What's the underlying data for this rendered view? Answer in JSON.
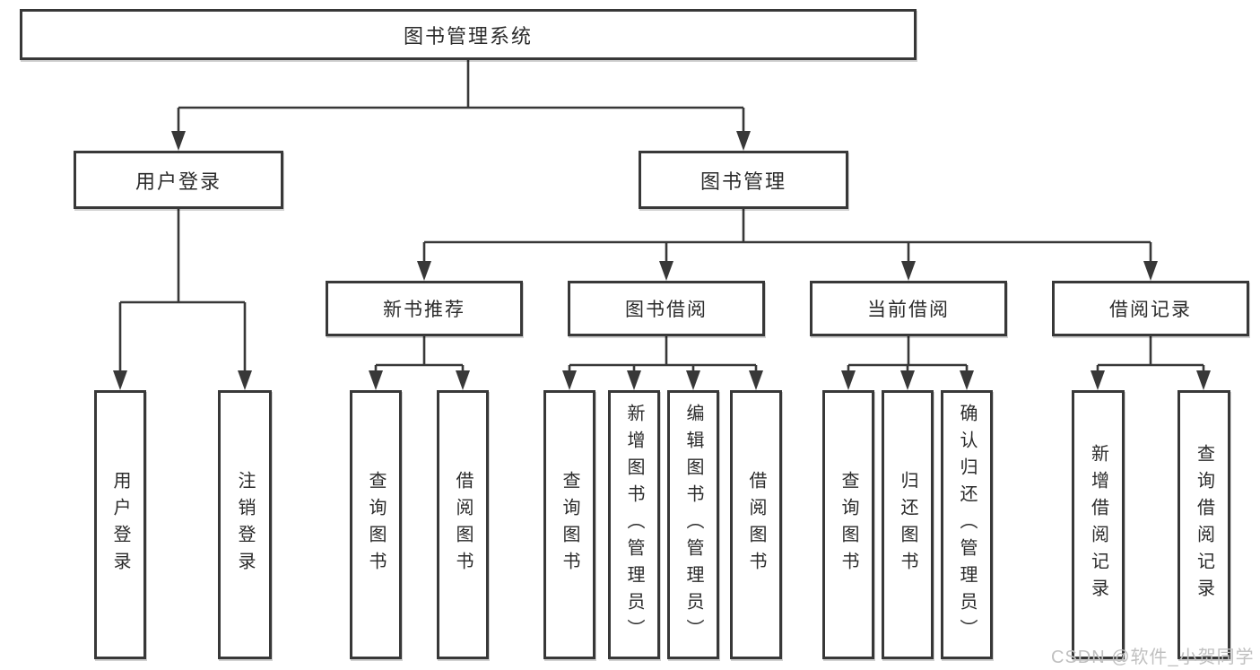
{
  "diagram": {
    "type": "tree",
    "root": {
      "label": "图书管理系统",
      "children": [
        {
          "label": "用户登录",
          "children": [
            {
              "label": "用户登录"
            },
            {
              "label": "注销登录"
            }
          ]
        },
        {
          "label": "图书管理",
          "children": [
            {
              "label": "新书推荐",
              "children": [
                {
                  "label": "查询图书"
                },
                {
                  "label": "借阅图书"
                }
              ]
            },
            {
              "label": "图书借阅",
              "children": [
                {
                  "label": "查询图书"
                },
                {
                  "label": "新增图书（管理员）"
                },
                {
                  "label": "编辑图书（管理员）"
                },
                {
                  "label": "借阅图书"
                }
              ]
            },
            {
              "label": "当前借阅",
              "children": [
                {
                  "label": "查询图书"
                },
                {
                  "label": "归还图书"
                },
                {
                  "label": "确认归还（管理员）"
                }
              ]
            },
            {
              "label": "借阅记录",
              "children": [
                {
                  "label": "新增借阅记录"
                },
                {
                  "label": "查询借阅记录"
                }
              ]
            }
          ]
        }
      ]
    }
  },
  "watermark": {
    "text": "CSDN @软件_小贺同学"
  },
  "colors": {
    "line": "#383838",
    "box_border": "#383838",
    "box_fill": "#ffffff",
    "text": "#2b2b2b",
    "watermark": "#c0c0c0"
  }
}
